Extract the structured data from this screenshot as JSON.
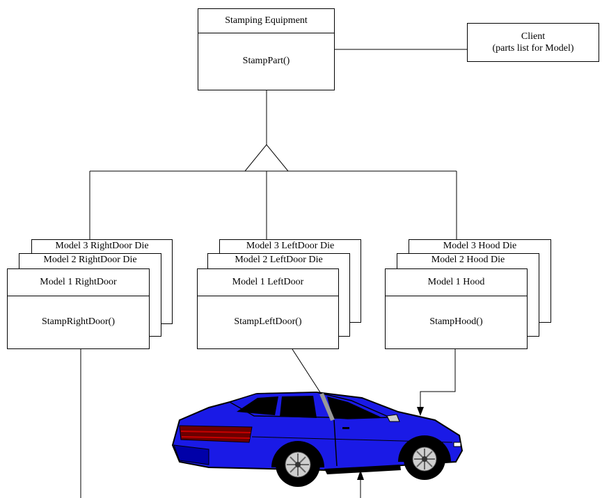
{
  "diagram": {
    "base_class": {
      "name": "Stamping Equipment",
      "method": "StampPart()"
    },
    "client": {
      "line1": "Client",
      "line2": "(parts list for Model)"
    },
    "groups": [
      {
        "model3": "Model 3 RightDoor Die",
        "model2": "Model 2 RightDoor Die",
        "model1": "Model 1 RightDoor",
        "method": "StampRightDoor()"
      },
      {
        "model3": "Model 3 LeftDoor Die",
        "model2": "Model 2 LeftDoor Die",
        "model1": "Model 1 LeftDoor",
        "method": "StampLeftDoor()"
      },
      {
        "model3": "Model 3 Hood Die",
        "model2": "Model 2 Hood Die",
        "model1": "Model 1 Hood",
        "method": "StampHood()"
      }
    ],
    "car_illustration": {
      "body_color": "#1a1ae6"
    }
  }
}
